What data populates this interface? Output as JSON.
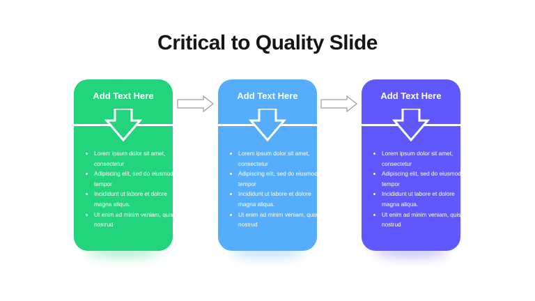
{
  "title": "Critical to Quality Slide",
  "colors": {
    "green": "#22d47c",
    "blue": "#56adfb",
    "purple": "#6158fb",
    "arrow_outline": "#9a9a9a"
  },
  "cards": [
    {
      "header": "Add Text Here",
      "bullets": [
        "Lorem ipsum dolor sit amet, consectetur",
        "Adipiscing elit, sed do eiusmod tempor",
        "Incididunt ut labore et dolore magna aliqua.",
        "Ut enim ad minim veniam, quis nostrud"
      ]
    },
    {
      "header": "Add Text Here",
      "bullets": [
        "Lorem ipsum dolor sit amet, consectetur",
        "Adipiscing elit, sed do eiusmod tempor",
        "Incididunt ut labore et dolore magna aliqua.",
        "Ut enim ad minim veniam, quis nostrud"
      ]
    },
    {
      "header": "Add Text Here",
      "bullets": [
        "Lorem ipsum dolor sit amet, consectetur",
        "Adipiscing elit, sed do eiusmod tempor",
        "Incididunt ut labore et dolore magna aliqua.",
        "Ut enim ad minim veniam, quis nostrud"
      ]
    }
  ]
}
